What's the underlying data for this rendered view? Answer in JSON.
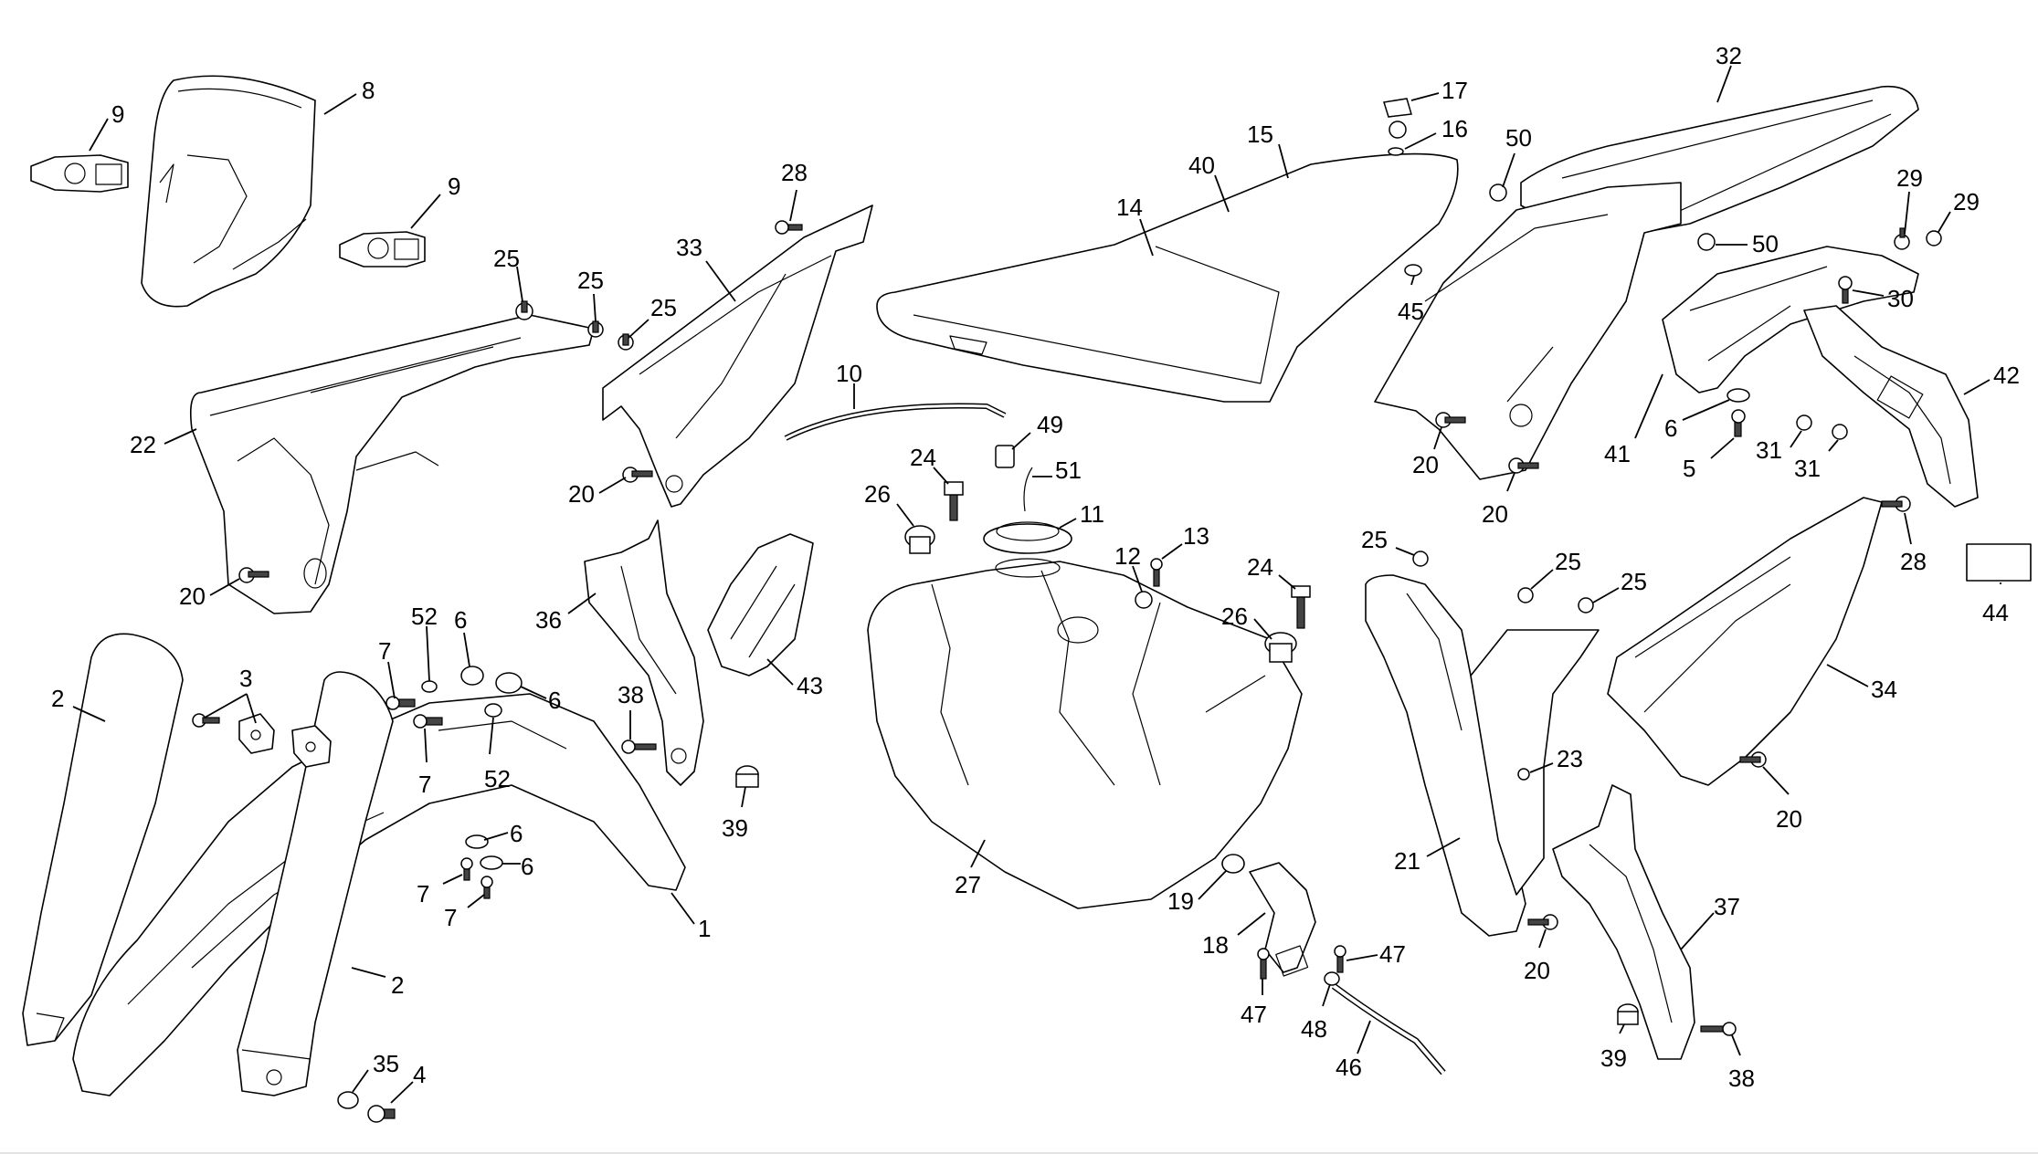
{
  "diagram": {
    "type": "exploded-parts-diagram",
    "line_color": "#000000",
    "background": "#ffffff",
    "callouts": [
      {
        "id": "c1",
        "label": "9"
      },
      {
        "id": "c2",
        "label": "8"
      },
      {
        "id": "c3",
        "label": "9"
      },
      {
        "id": "c4",
        "label": "28"
      },
      {
        "id": "c5",
        "label": "33"
      },
      {
        "id": "c6",
        "label": "25"
      },
      {
        "id": "c7",
        "label": "25"
      },
      {
        "id": "c8",
        "label": "25"
      },
      {
        "id": "c9",
        "label": "22"
      },
      {
        "id": "c10",
        "label": "20"
      },
      {
        "id": "c11",
        "label": "20"
      },
      {
        "id": "c12",
        "label": "17"
      },
      {
        "id": "c13",
        "label": "16"
      },
      {
        "id": "c14",
        "label": "15"
      },
      {
        "id": "c15",
        "label": "40"
      },
      {
        "id": "c16",
        "label": "14"
      },
      {
        "id": "c17",
        "label": "45"
      },
      {
        "id": "c18",
        "label": "10"
      },
      {
        "id": "c19",
        "label": "49"
      },
      {
        "id": "c20",
        "label": "24"
      },
      {
        "id": "c21",
        "label": "51"
      },
      {
        "id": "c22",
        "label": "26"
      },
      {
        "id": "c23",
        "label": "11"
      },
      {
        "id": "c24",
        "label": "12"
      },
      {
        "id": "c25",
        "label": "13"
      },
      {
        "id": "c26",
        "label": "24"
      },
      {
        "id": "c27",
        "label": "26"
      },
      {
        "id": "c28",
        "label": "36"
      },
      {
        "id": "c29",
        "label": "43"
      },
      {
        "id": "c30",
        "label": "38"
      },
      {
        "id": "c31",
        "label": "39"
      },
      {
        "id": "c32",
        "label": "27"
      },
      {
        "id": "c33",
        "label": "32"
      },
      {
        "id": "c34",
        "label": "50"
      },
      {
        "id": "c35",
        "label": "50"
      },
      {
        "id": "c36",
        "label": "29"
      },
      {
        "id": "c37",
        "label": "29"
      },
      {
        "id": "c38",
        "label": "30"
      },
      {
        "id": "c39",
        "label": "42"
      },
      {
        "id": "c40",
        "label": "41"
      },
      {
        "id": "c41",
        "label": "6"
      },
      {
        "id": "c42",
        "label": "5"
      },
      {
        "id": "c43",
        "label": "31"
      },
      {
        "id": "c44",
        "label": "31"
      },
      {
        "id": "c45",
        "label": "20"
      },
      {
        "id": "c46",
        "label": "20"
      },
      {
        "id": "c47",
        "label": "28"
      },
      {
        "id": "c48",
        "label": "44"
      },
      {
        "id": "c49",
        "label": "34"
      },
      {
        "id": "c50",
        "label": "25"
      },
      {
        "id": "c51",
        "label": "25"
      },
      {
        "id": "c52",
        "label": "25"
      },
      {
        "id": "c53",
        "label": "23"
      },
      {
        "id": "c54",
        "label": "20"
      },
      {
        "id": "c55",
        "label": "21"
      },
      {
        "id": "c56",
        "label": "37"
      },
      {
        "id": "c57",
        "label": "20"
      },
      {
        "id": "c58",
        "label": "39"
      },
      {
        "id": "c59",
        "label": "38"
      },
      {
        "id": "c60",
        "label": "2"
      },
      {
        "id": "c61",
        "label": "3"
      },
      {
        "id": "c62",
        "label": "7"
      },
      {
        "id": "c63",
        "label": "52"
      },
      {
        "id": "c64",
        "label": "6"
      },
      {
        "id": "c65",
        "label": "6"
      },
      {
        "id": "c66",
        "label": "7"
      },
      {
        "id": "c67",
        "label": "52"
      },
      {
        "id": "c68",
        "label": "6"
      },
      {
        "id": "c69",
        "label": "6"
      },
      {
        "id": "c70",
        "label": "7"
      },
      {
        "id": "c71",
        "label": "7"
      },
      {
        "id": "c72",
        "label": "1"
      },
      {
        "id": "c73",
        "label": "2"
      },
      {
        "id": "c74",
        "label": "35"
      },
      {
        "id": "c75",
        "label": "4"
      },
      {
        "id": "c76",
        "label": "19"
      },
      {
        "id": "c77",
        "label": "18"
      },
      {
        "id": "c78",
        "label": "47"
      },
      {
        "id": "c79",
        "label": "47"
      },
      {
        "id": "c80",
        "label": "48"
      },
      {
        "id": "c81",
        "label": "46"
      }
    ]
  }
}
